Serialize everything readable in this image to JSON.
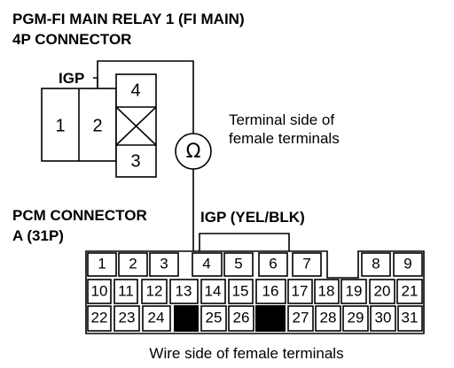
{
  "relay": {
    "title_line1": "PGM-FI MAIN RELAY 1 (FI MAIN)",
    "title_line2": "4P CONNECTOR",
    "igp_label": "IGP",
    "pins": [
      "1",
      "2",
      "4",
      "3"
    ]
  },
  "terminal_note": {
    "line1": "Terminal side of",
    "line2": "female terminals"
  },
  "meter": {
    "symbol": "Ω"
  },
  "pcm": {
    "title_line1": "PCM CONNECTOR",
    "title_line2": "A (31P)",
    "wire_label": "IGP (YEL/BLK)",
    "row1": [
      "1",
      "2",
      "3",
      "4",
      "5",
      "6",
      "7",
      "8",
      "9"
    ],
    "row2": [
      "10",
      "11",
      "12",
      "13",
      "14",
      "15",
      "16",
      "17",
      "18",
      "19",
      "20",
      "21"
    ],
    "row3": [
      "22",
      "23",
      "24",
      "25",
      "26",
      "27",
      "28",
      "29",
      "30",
      "31"
    ]
  },
  "wire_side_note": "Wire side of female terminals"
}
